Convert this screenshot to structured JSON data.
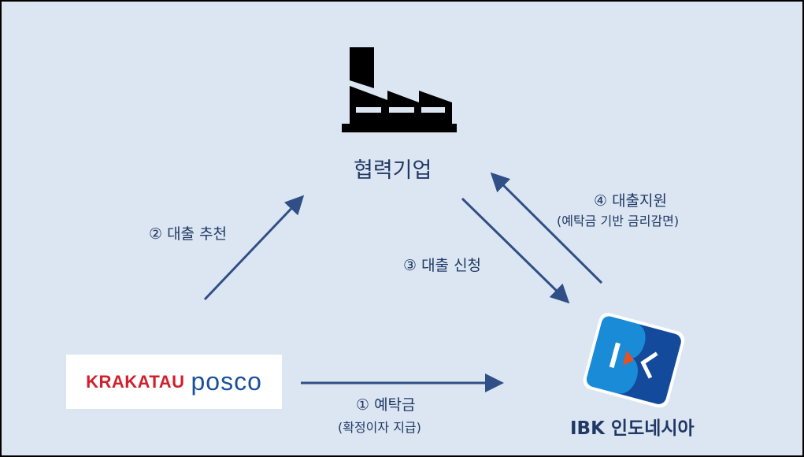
{
  "nodes": {
    "partner": {
      "label": "협력기업",
      "icon": "factory-icon"
    },
    "posco": {
      "logo_left": "KRAKATAU",
      "logo_right": "posco"
    },
    "ibk": {
      "label": "IBK 인도네시아",
      "logo_text": "IBK"
    }
  },
  "edges": {
    "step1": {
      "label": "① 예탁금",
      "sub": "(확정이자 지급)"
    },
    "step2": {
      "label": "② 대출 추천"
    },
    "step3": {
      "label": "③ 대출 신청"
    },
    "step4": {
      "label": "④ 대출지원",
      "sub": "(예탁금 기반 금리감면)"
    }
  },
  "colors": {
    "background": "#dce6f2",
    "arrow": "#2f4f86",
    "text": "#203864",
    "ibk_light": "#1a8bd6",
    "ibk_dark": "#134a9c",
    "ibk_accent": "#e8501e",
    "krakatau": "#d11f2c",
    "posco": "#1b4f9c"
  }
}
